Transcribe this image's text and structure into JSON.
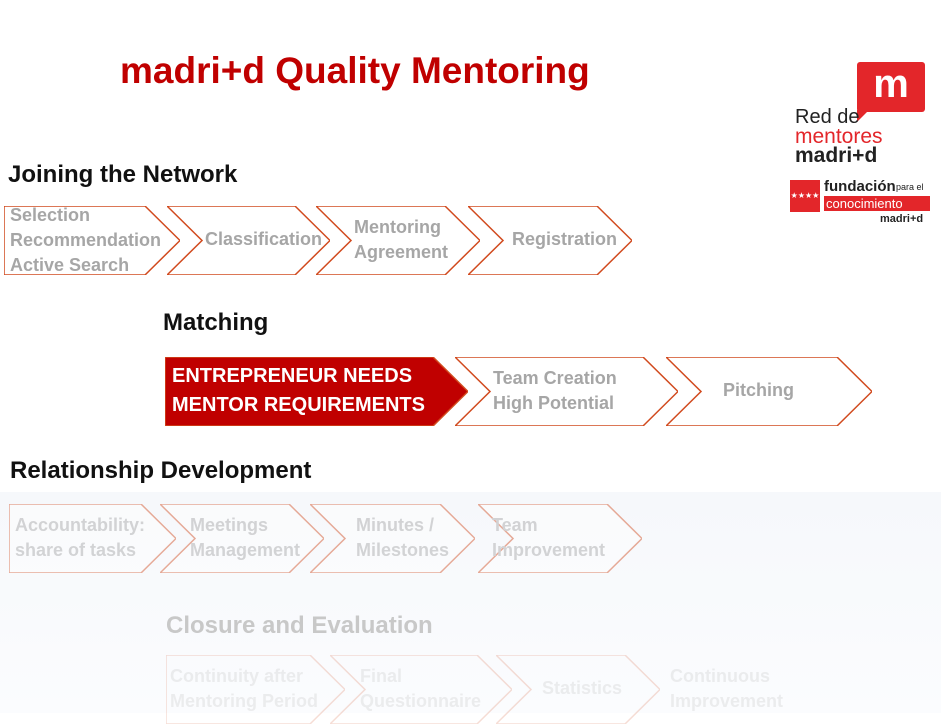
{
  "title": "madri+d Quality Mentoring",
  "sections": [
    {
      "heading": "Joining the Network",
      "steps": [
        "Selection\nRecommendation\nActive Search",
        "Classification",
        "Mentoring\nAgreement",
        "Registration"
      ]
    },
    {
      "heading": "Matching",
      "steps": [
        "ENTREPRENEUR NEEDS\nMENTOR REQUIREMENTS",
        "Team Creation\nHigh Potential",
        "Pitching"
      ]
    },
    {
      "heading": "Relationship Development",
      "steps": [
        "Accountability:\nshare of tasks",
        "Meetings\nManagement",
        "Minutes /\nMilestones",
        "Team\nImprovement"
      ]
    },
    {
      "heading": "Closure and Evaluation",
      "steps": [
        "Continuity after\nMentoring Period",
        "Final\nQuestionnaire",
        "Statistics",
        "Continuous\nImprovement"
      ]
    }
  ],
  "logos": {
    "red_mentores": [
      "m",
      "Red de",
      "mentores",
      "madri+d"
    ],
    "fundacion": [
      "fundación",
      "para el",
      "conocimiento",
      "madri+d"
    ]
  },
  "colors": {
    "accent": "#c00000",
    "stroke": "#d14a1e"
  }
}
